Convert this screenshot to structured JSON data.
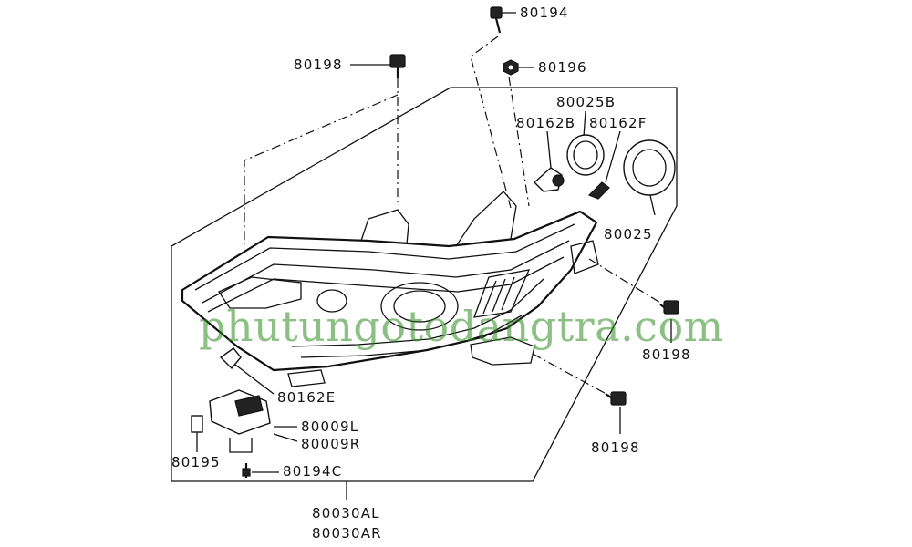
{
  "watermark": "phutungotodangtra.com",
  "labels": {
    "p80194": "80194",
    "p80196": "80196",
    "p80198_top": "80198",
    "p80025B": "80025B",
    "p80162B": "80162B",
    "p80162F": "80162F",
    "p80025": "80025",
    "p80198_right": "80198",
    "p80198_bottom": "80198",
    "p80162E": "80162E",
    "p80009L": "80009L",
    "p80009R": "80009R",
    "p80195": "80195",
    "p80194C": "80194C",
    "p80030AL": "80030AL",
    "p80030AR": "80030AR"
  }
}
